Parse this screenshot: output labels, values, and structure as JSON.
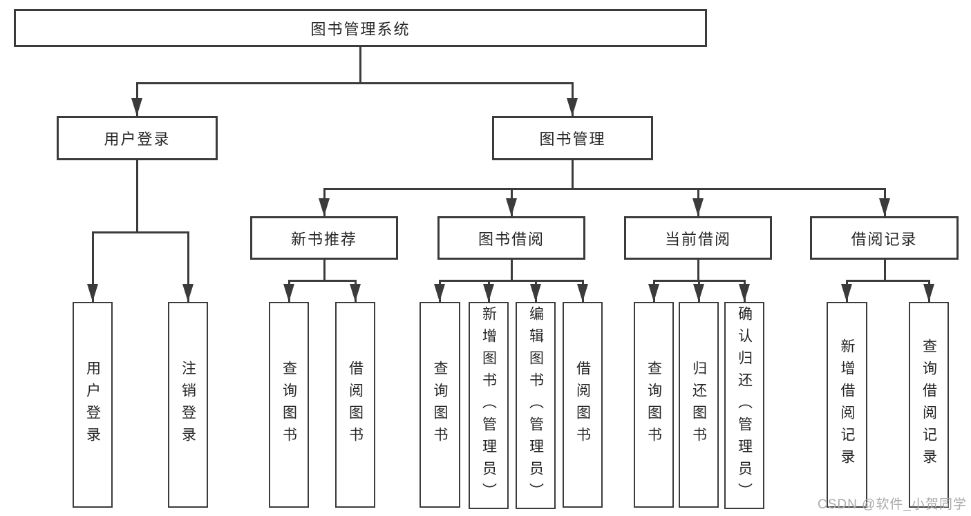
{
  "diagram": {
    "root": "图书管理系统",
    "branches": [
      {
        "label": "用户登录",
        "children": [
          "用户登录",
          "注销登录"
        ]
      },
      {
        "label": "图书管理",
        "children": [
          {
            "label": "新书推荐",
            "children": [
              "查询图书",
              "借阅图书"
            ]
          },
          {
            "label": "图书借阅",
            "children": [
              "查询图书",
              "新增图书（管理员）",
              "编辑图书（管理员）",
              "借阅图书"
            ]
          },
          {
            "label": "当前借阅",
            "children": [
              "查询图书",
              "归还图书",
              "确认归还（管理员）"
            ]
          },
          {
            "label": "借阅记录",
            "children": [
              "新增借阅记录",
              "查询借阅记录"
            ]
          }
        ]
      }
    ]
  },
  "watermark": "CSDN @软件_小贺同学",
  "colors": {
    "line": "#3b3b3b",
    "text": "#262626",
    "background": "#ffffff",
    "watermark": "#ababab"
  }
}
